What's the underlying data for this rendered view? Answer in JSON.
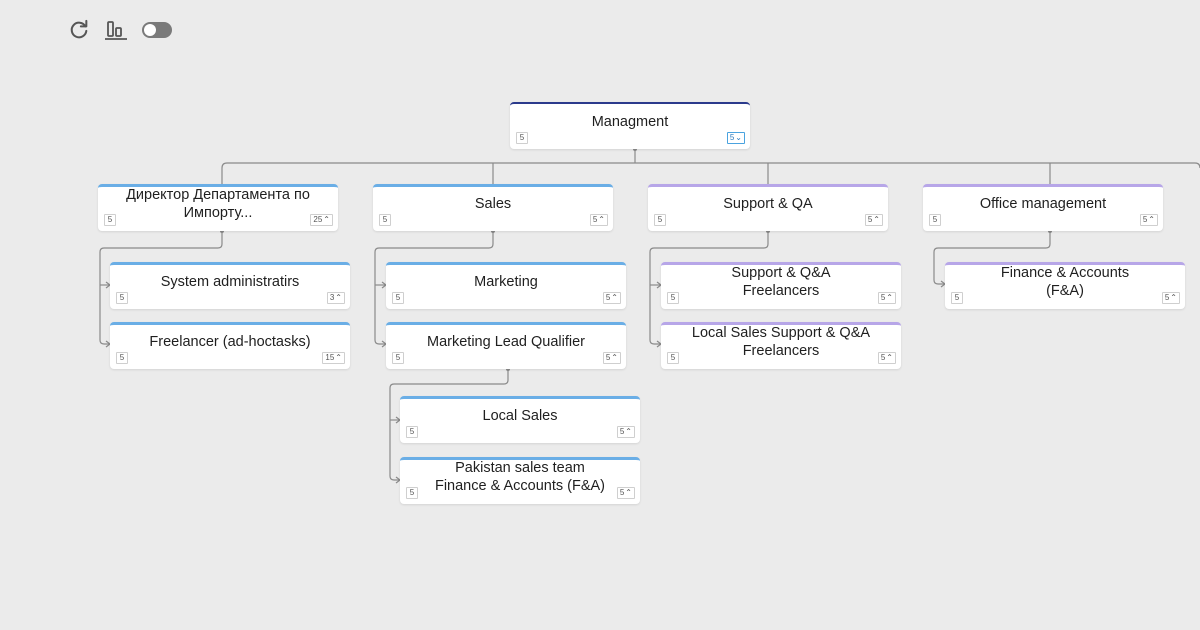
{
  "toolbar": {
    "refresh_icon": "refresh-icon",
    "align_icon": "align-bottom-icon",
    "toggle_state": "off"
  },
  "org_chart": {
    "nodes": [
      {
        "id": "managment",
        "title": "Managment",
        "left_badge": "5",
        "right_badge": "5",
        "expanded": true,
        "accent": "#2b3a8c"
      },
      {
        "id": "director",
        "title": "Директор Департамента по\nИмпорту...",
        "left_badge": "5",
        "right_badge": "25",
        "expanded": false,
        "accent": "#6aaee6"
      },
      {
        "id": "sales",
        "title": "Sales",
        "left_badge": "5",
        "right_badge": "5",
        "expanded": false,
        "accent": "#6aaee6"
      },
      {
        "id": "support",
        "title": "Support & QA",
        "left_badge": "5",
        "right_badge": "5",
        "expanded": false,
        "accent": "#b7a6e8"
      },
      {
        "id": "office",
        "title": "Office management",
        "left_badge": "5",
        "right_badge": "5",
        "expanded": false,
        "accent": "#b7a6e8"
      },
      {
        "id": "sysadmin",
        "title": "System administratirs",
        "left_badge": "5",
        "right_badge": "3",
        "expanded": false,
        "accent": "#6aaee6"
      },
      {
        "id": "freelancer",
        "title": "Freelancer (ad-hoctasks)",
        "left_badge": "5",
        "right_badge": "15",
        "expanded": false,
        "accent": "#6aaee6"
      },
      {
        "id": "marketing",
        "title": "Marketing",
        "left_badge": "5",
        "right_badge": "5",
        "expanded": false,
        "accent": "#6aaee6"
      },
      {
        "id": "mlq",
        "title": "Marketing Lead Qualifier",
        "left_badge": "5",
        "right_badge": "5",
        "expanded": false,
        "accent": "#6aaee6"
      },
      {
        "id": "local_sales",
        "title": "Local Sales",
        "left_badge": "5",
        "right_badge": "5",
        "expanded": false,
        "accent": "#6aaee6"
      },
      {
        "id": "pakistan",
        "title": "Pakistan sales team\nFinance & Accounts (F&A)",
        "left_badge": "5",
        "right_badge": "5",
        "expanded": false,
        "accent": "#6aaee6"
      },
      {
        "id": "sqa_free",
        "title": "Support & Q&A\nFreelancers",
        "left_badge": "5",
        "right_badge": "5",
        "expanded": false,
        "accent": "#b7a6e8"
      },
      {
        "id": "local_sqa",
        "title": "Local Sales Support & Q&A\nFreelancers",
        "left_badge": "5",
        "right_badge": "5",
        "expanded": false,
        "accent": "#b7a6e8"
      },
      {
        "id": "fa",
        "title": "Finance & Accounts\n(F&A)",
        "left_badge": "5",
        "right_badge": "5",
        "expanded": false,
        "accent": "#b7a6e8"
      }
    ]
  }
}
